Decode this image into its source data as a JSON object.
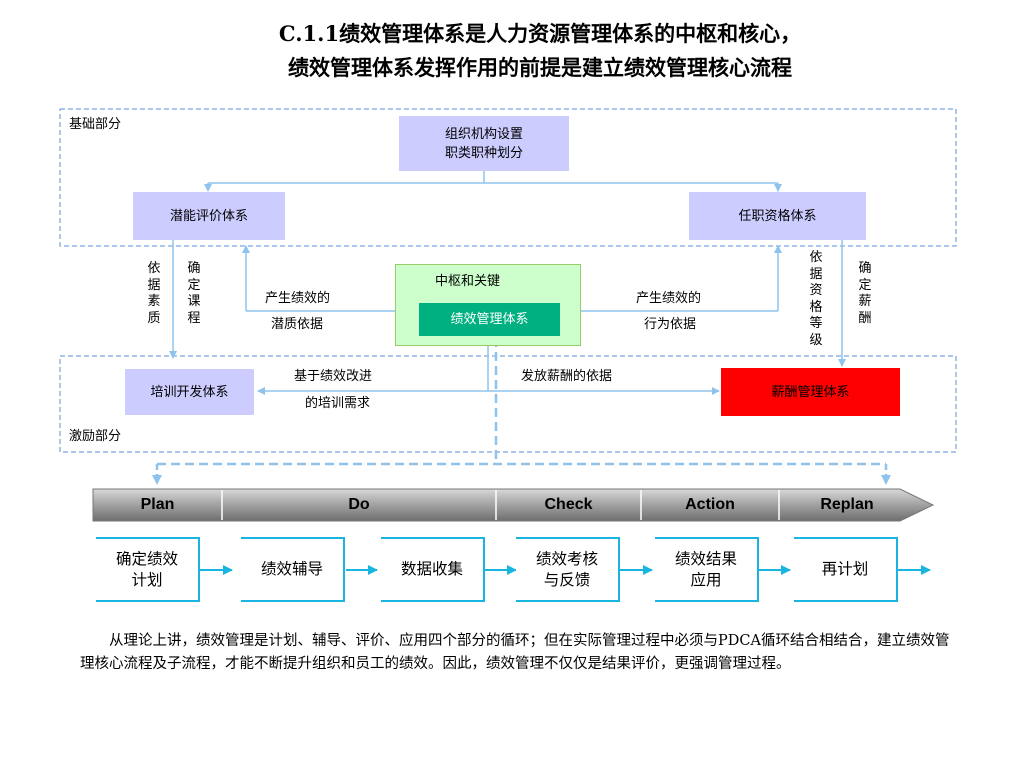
{
  "title": {
    "line1": "C.1.1绩效管理体系是人力资源管理体系的中枢和核心，",
    "line2": "绩效管理体系发挥作用的前提是建立绩效管理核心流程"
  },
  "sections": {
    "foundation": "基础部分",
    "incentive": "激励部分"
  },
  "boxes": {
    "org": "组织机构设置\n职类职种划分",
    "potential": "潜能评价体系",
    "qualification": "任职资格体系",
    "hub_label": "中枢和关键",
    "performance": "绩效管理体系",
    "training": "培训开发体系",
    "salary": "薪酬管理体系"
  },
  "labels": {
    "by_quality": "依据素质",
    "set_course": "确定课程",
    "by_level": "依据资格等级",
    "set_salary": "确定薪酬",
    "left_basis_1": "产生绩效的",
    "left_basis_2": "潜质依据",
    "right_basis_1": "产生绩效的",
    "right_basis_2": "行为依据",
    "training_need_1": "基于绩效改进",
    "training_need_2": "的培训需求",
    "salary_basis": "发放薪酬的依据"
  },
  "colors": {
    "lavender": "#ccccff",
    "hub_bg": "#ccffcc",
    "performance_bg": "#00b080",
    "salary_bg": "#ff0000",
    "arrow": "#8fc3ec",
    "dashed_border": "#5b8fd8",
    "step_border": "#19b5e0"
  },
  "phases": [
    "Plan",
    "Do",
    "Check",
    "Action",
    "Replan"
  ],
  "steps": [
    "确定绩效\n计划",
    "绩效辅导",
    "数据收集",
    "绩效考核\n与反馈",
    "绩效结果\n应用",
    "再计划"
  ],
  "paragraph": "从理论上讲，绩效管理是计划、辅导、评价、应用四个部分的循环；但在实际管理过程中必须与PDCA循环结合相结合，建立绩效管理核心流程及子流程，才能不断提升组织和员工的绩效。因此，绩效管理不仅仅是结果评价，更强调管理过程。"
}
